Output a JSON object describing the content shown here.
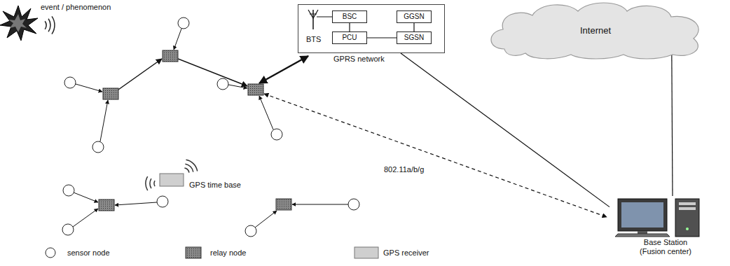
{
  "diagram": {
    "nodes": [
      {
        "text": [
          "GPRS network"
        ]
      },
      {
        "text": [
          "BSC"
        ],
        "in": 0
      },
      {
        "text": [
          "GGSN"
        ],
        "in": 0
      },
      {
        "text": [
          "PCU"
        ],
        "in": 0
      },
      {
        "text": [
          "SGSN"
        ],
        "in": 0
      },
      {
        "text": [
          "Internet"
        ]
      },
      {
        "text": [
          "Base Station (Fusion center)"
        ]
      }
    ],
    "edges": [
      {
        "from": 1,
        "to": 3,
        "arrow": "none"
      },
      {
        "from": 3,
        "to": 4,
        "arrow": "none"
      },
      {
        "from": 4,
        "to": 2,
        "arrow": "none"
      },
      {
        "from": 0,
        "to": 6,
        "arrow": "none"
      },
      {
        "from": 5,
        "to": 6,
        "arrow": "none"
      }
    ],
    "labels": [
      "event / phenomenon",
      "BTS",
      "GPS time base",
      "802.11a/b/g"
    ],
    "legend": [
      {
        "text": "sensor node"
      },
      {
        "text": "relay node"
      },
      {
        "text": "GPS receiver"
      }
    ]
  }
}
